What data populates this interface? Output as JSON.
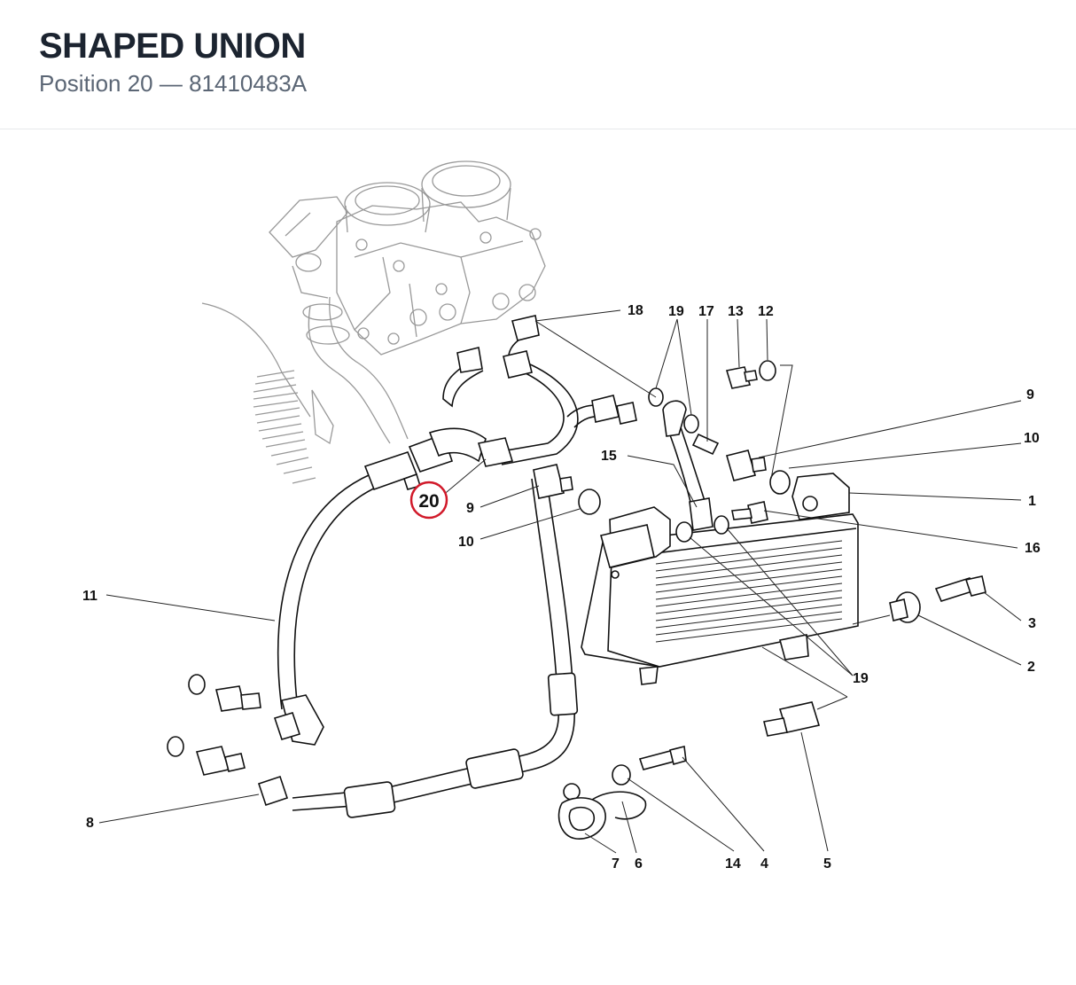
{
  "header": {
    "title": "SHAPED UNION",
    "subtitle": "Position 20 — 81410483A"
  },
  "highlight": {
    "label": "20",
    "color": "#d11a2a"
  },
  "callouts": {
    "c18": "18",
    "c19a": "19",
    "c17": "17",
    "c13": "13",
    "c12": "12",
    "c9r": "9",
    "c10r": "10",
    "c1": "1",
    "c16": "16",
    "c15": "15",
    "c9l": "9",
    "c10l": "10",
    "c11": "11",
    "c3": "3",
    "c2": "2",
    "c19b": "19",
    "c8": "8",
    "c7": "7",
    "c6": "6",
    "c14": "14",
    "c4": "4",
    "c5": "5"
  },
  "icons": {
    "engine": "engine-carburetor-icon",
    "cooler": "oil-cooler-icon"
  }
}
